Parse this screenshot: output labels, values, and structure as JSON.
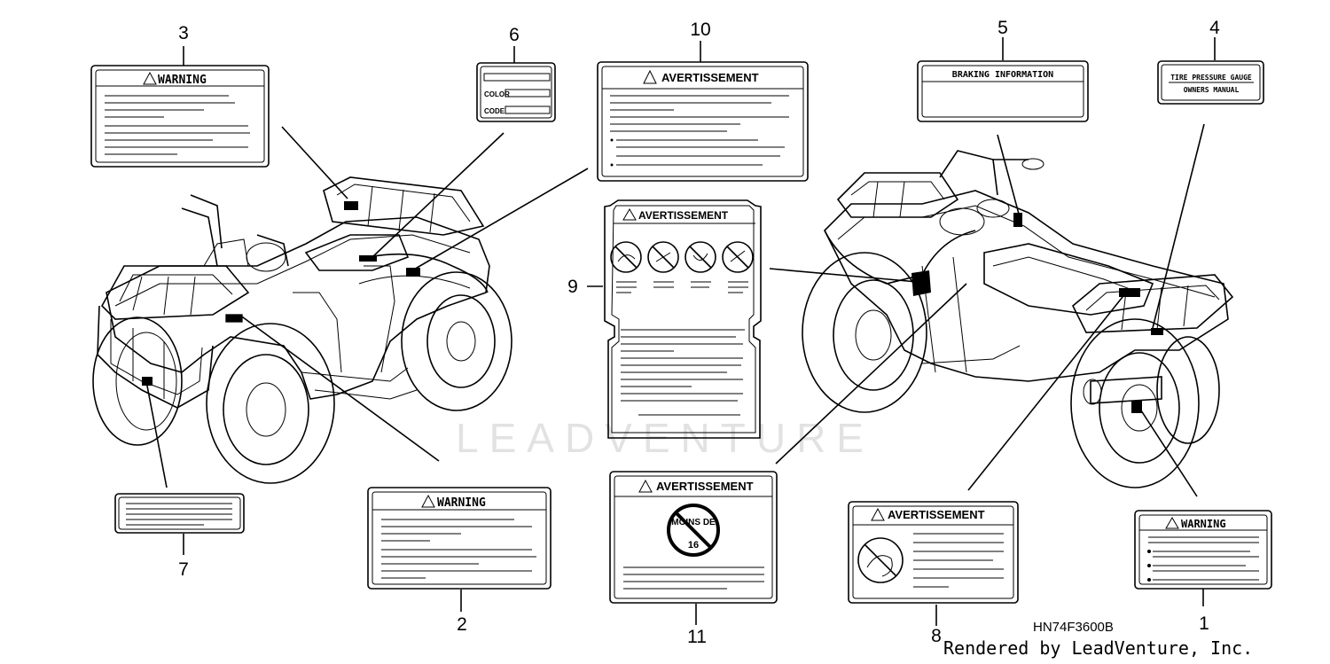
{
  "watermark": "LEADVENTURE",
  "diagram_code": "HN74F3600B",
  "rendered_by": "Rendered by LeadVenture, Inc.",
  "callouts": {
    "c1": "1",
    "c2": "2",
    "c3": "3",
    "c4": "4",
    "c5": "5",
    "c6": "6",
    "c7": "7",
    "c8": "8",
    "c9": "9",
    "c10": "10",
    "c11": "11"
  },
  "labels": {
    "warning": "WARNING",
    "avertissement": "AVERTISSEMENT",
    "braking": "BRAKING INFORMATION",
    "tire_gauge": "TIRE PRESSURE GAUGE",
    "owners_manual": "OWNERS MANUAL",
    "color": "COLOR",
    "code": "CODE",
    "moins_de": "MOINS DE",
    "age": "16"
  }
}
